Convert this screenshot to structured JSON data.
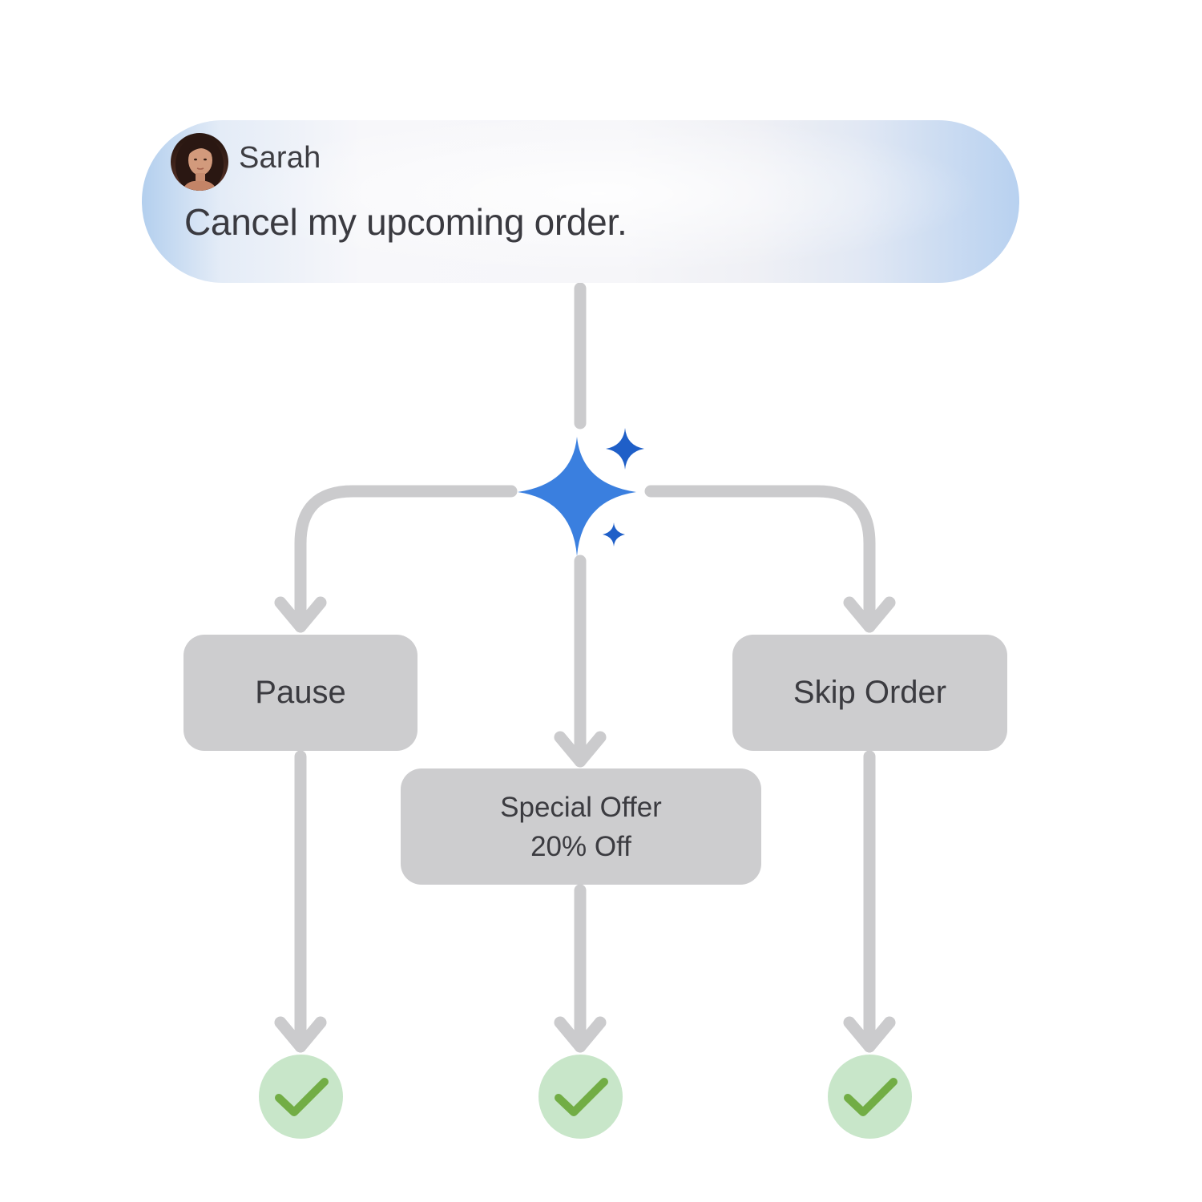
{
  "message": {
    "sender": "Sarah",
    "text": "Cancel my upcoming order."
  },
  "options": {
    "pause": "Pause",
    "skip": "Skip Order",
    "offer_line1": "Special Offer",
    "offer_line2": "20% Off"
  },
  "colors": {
    "connector": "#cbcbcd",
    "node": "#cdcdcf",
    "sparkle": "#3a7fdf",
    "sparkle_small": "#1f5fc8",
    "check_bg": "#c8e6c9",
    "check_mark": "#72ad45"
  },
  "icons": {
    "ai": "sparkle-icon",
    "done": "checkmark-icon"
  }
}
